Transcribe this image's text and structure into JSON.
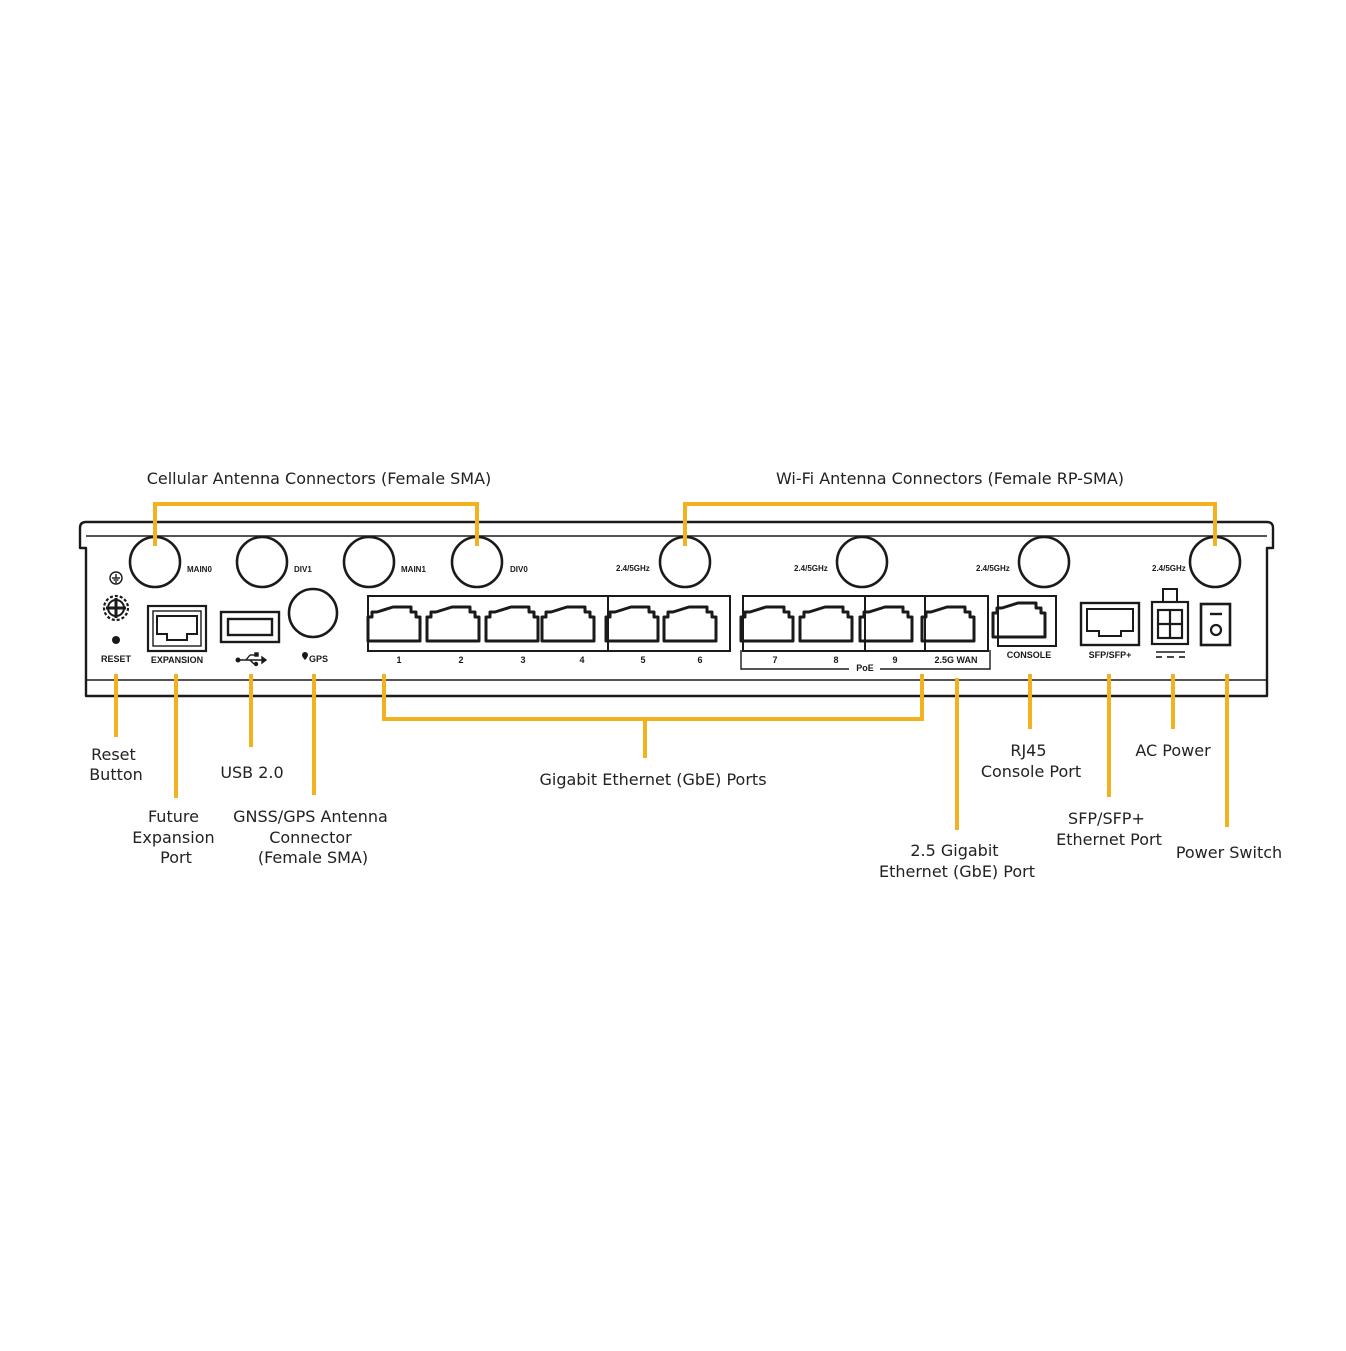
{
  "colors": {
    "callout_line": "#F2B11F",
    "device_outline": "#1a1a1a",
    "text": "#222222"
  },
  "callouts": {
    "cellular": "Cellular Antenna Connectors (Female SMA)",
    "wifi": "Wi-Fi Antenna Connectors (Female RP-SMA)",
    "reset": [
      "Reset",
      "Button"
    ],
    "usb": [
      "USB 2.0"
    ],
    "expansion": [
      "Future",
      "Expansion",
      "Port"
    ],
    "gps": [
      "GNSS/GPS Antenna",
      "Connector",
      "(Female SMA)"
    ],
    "gbe": [
      "Gigabit Ethernet (GbE) Ports"
    ],
    "gbe25": [
      "2.5 Gigabit",
      "Ethernet (GbE) Port"
    ],
    "console": [
      "RJ45",
      "Console Port"
    ],
    "sfp": [
      "SFP/SFP+",
      "Ethernet Port"
    ],
    "ac": [
      "AC Power"
    ],
    "power": [
      "Power Switch"
    ]
  },
  "antenna_labels": {
    "main0": "MAIN0",
    "div1": "DIV1",
    "main1": "MAIN1",
    "div0": "DIV0",
    "wifi1": "2.4/5GHz",
    "wifi2": "2.4/5GHz",
    "wifi3": "2.4/5GHz",
    "wifi4": "2.4/5GHz"
  },
  "panel_labels": {
    "reset": "RESET",
    "expansion": "EXPANSION",
    "gps": "GPS",
    "poe": "PoE",
    "wan": "2.5G WAN",
    "console": "CONSOLE",
    "sfp": "SFP/SFP+"
  },
  "port_numbers": [
    "1",
    "2",
    "3",
    "4",
    "5",
    "6",
    "7",
    "8",
    "9"
  ]
}
